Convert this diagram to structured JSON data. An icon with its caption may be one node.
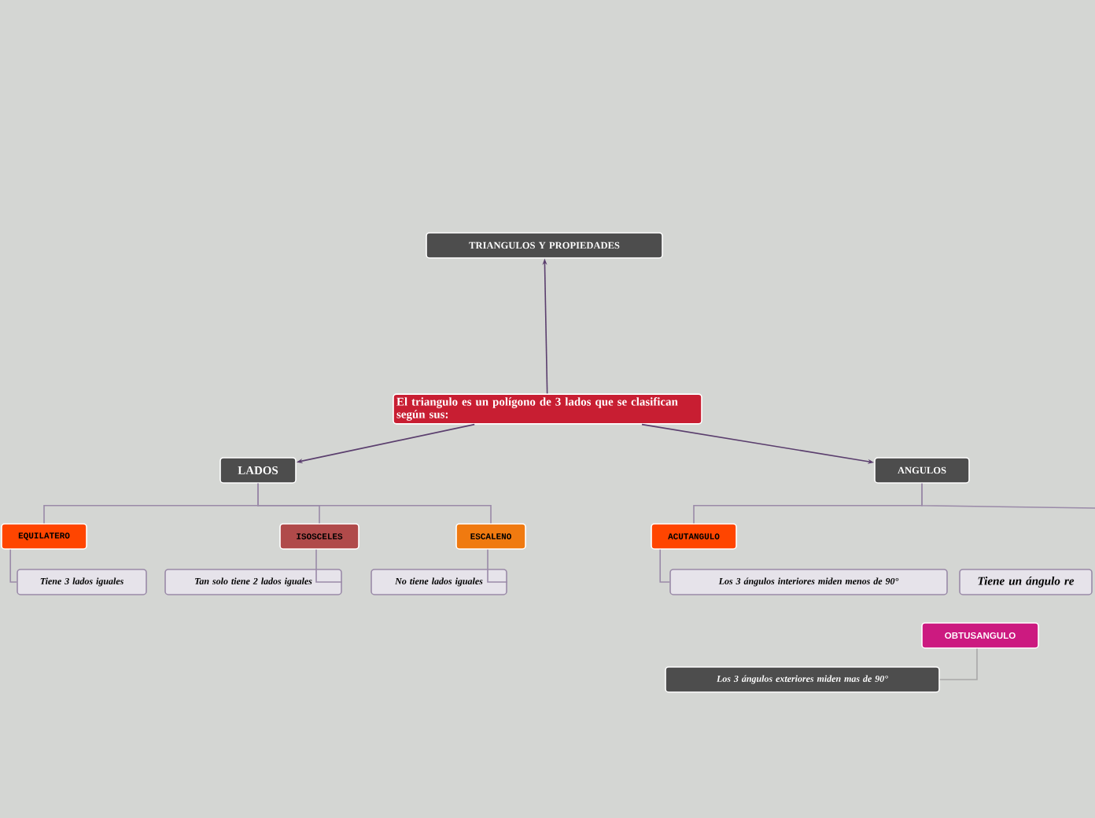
{
  "diagram": {
    "nodes": [
      {
        "text": [
          "El triangulo es un polígono de 3 lados que se clasifican según sus:"
        ]
      },
      {
        "text": [
          "TRIANGULOS Y PROPIEDADES"
        ]
      },
      {
        "text": [
          "LADOS"
        ]
      },
      {
        "text": [
          "ANGULOS"
        ]
      },
      {
        "text": [
          "EQUILATERO"
        ]
      },
      {
        "text": [
          "Tiene 3 lados iguales"
        ]
      },
      {
        "text": [
          "ISOSCELES"
        ]
      },
      {
        "text": [
          "Tan solo tiene 2 lados iguales"
        ]
      },
      {
        "text": [
          "ESCALENO"
        ]
      },
      {
        "text": [
          "No tiene lados iguales"
        ]
      },
      {
        "text": [
          "ACUTANGULO"
        ]
      },
      {
        "text": [
          "Los 3 ángulos interiores miden menos de 90°"
        ]
      },
      {
        "text": [
          "Tiene un ángulo re"
        ]
      },
      {
        "text": [
          "OBTUSANGULO"
        ]
      },
      {
        "text": [
          "Los 3 ángulos exteriores miden mas de 90°"
        ]
      }
    ],
    "edges": [
      {
        "from": 0,
        "to": 1,
        "arrow": "to",
        "color": "#5b3f6e"
      },
      {
        "from": 0,
        "to": 2,
        "arrow": "to",
        "color": "#5b3f6e"
      },
      {
        "from": 0,
        "to": 3,
        "arrow": "to",
        "color": "#5b3f6e"
      },
      {
        "from": 2,
        "to": 4,
        "arrow": "none"
      },
      {
        "from": 2,
        "to": 6,
        "arrow": "none"
      },
      {
        "from": 2,
        "to": 8,
        "arrow": "none"
      },
      {
        "from": 4,
        "to": 5,
        "arrow": "none"
      },
      {
        "from": 6,
        "to": 7,
        "arrow": "none"
      },
      {
        "from": 8,
        "to": 9,
        "arrow": "none"
      },
      {
        "from": 3,
        "to": 10,
        "arrow": "none"
      },
      {
        "from": 10,
        "to": 11,
        "arrow": "none"
      },
      {
        "from": 3,
        "to": null,
        "arrow": "none"
      },
      {
        "from": 13,
        "to": 14,
        "arrow": "none",
        "color": "#a8a8a8"
      }
    ]
  }
}
